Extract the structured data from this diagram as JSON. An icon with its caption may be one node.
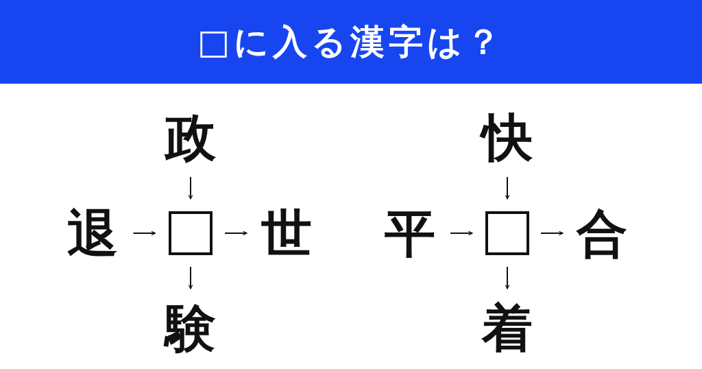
{
  "diagram": {
    "title": "□に入る漢字は？",
    "nodes": [
      {
        "text": [
          "政"
        ]
      },
      {
        "text": [
          "退"
        ]
      },
      {
        "text": [],
        "shape": "box"
      },
      {
        "text": [
          "世"
        ]
      },
      {
        "text": [
          "験"
        ]
      },
      {
        "text": [
          "快"
        ]
      },
      {
        "text": [
          "平"
        ]
      },
      {
        "text": [],
        "shape": "box"
      },
      {
        "text": [
          "合"
        ]
      },
      {
        "text": [
          "着"
        ]
      }
    ],
    "edges": [
      {
        "from": 0,
        "to": 2,
        "arrow": "to"
      },
      {
        "from": 1,
        "to": 2,
        "arrow": "to"
      },
      {
        "from": 2,
        "to": 3,
        "arrow": "to"
      },
      {
        "from": 2,
        "to": 4,
        "arrow": "to"
      },
      {
        "from": 5,
        "to": 7,
        "arrow": "to"
      },
      {
        "from": 6,
        "to": 7,
        "arrow": "to"
      },
      {
        "from": 7,
        "to": 8,
        "arrow": "to"
      },
      {
        "from": 7,
        "to": 9,
        "arrow": "to"
      }
    ]
  }
}
